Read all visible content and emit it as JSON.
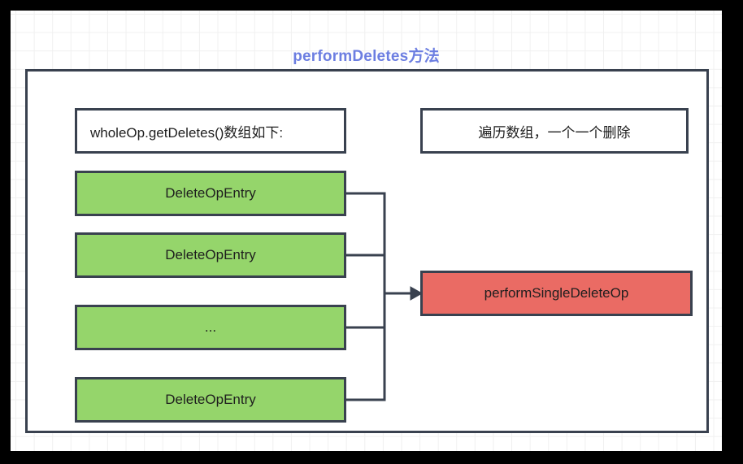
{
  "diagram": {
    "title": "performDeletes方法",
    "title_color": "#6c7ee1",
    "canvas_background": "#ffffff",
    "grid_color": "#f0f0f0",
    "frame_color": "#000000",
    "border_color": "#39414f"
  },
  "headers": {
    "left_label": "wholeOp.getDeletes()数组如下:",
    "right_label": "遍历数组，一个一个删除"
  },
  "entries": {
    "fill_color": "#95d56b",
    "items": [
      {
        "label": "DeleteOpEntry"
      },
      {
        "label": "DeleteOpEntry"
      },
      {
        "label": "..."
      },
      {
        "label": "DeleteOpEntry"
      }
    ]
  },
  "target": {
    "label": "performSingleDeleteOp",
    "fill_color": "#ea6b64"
  },
  "connector": {
    "line_color": "#39414f",
    "arrow_name": "arrow-head"
  }
}
